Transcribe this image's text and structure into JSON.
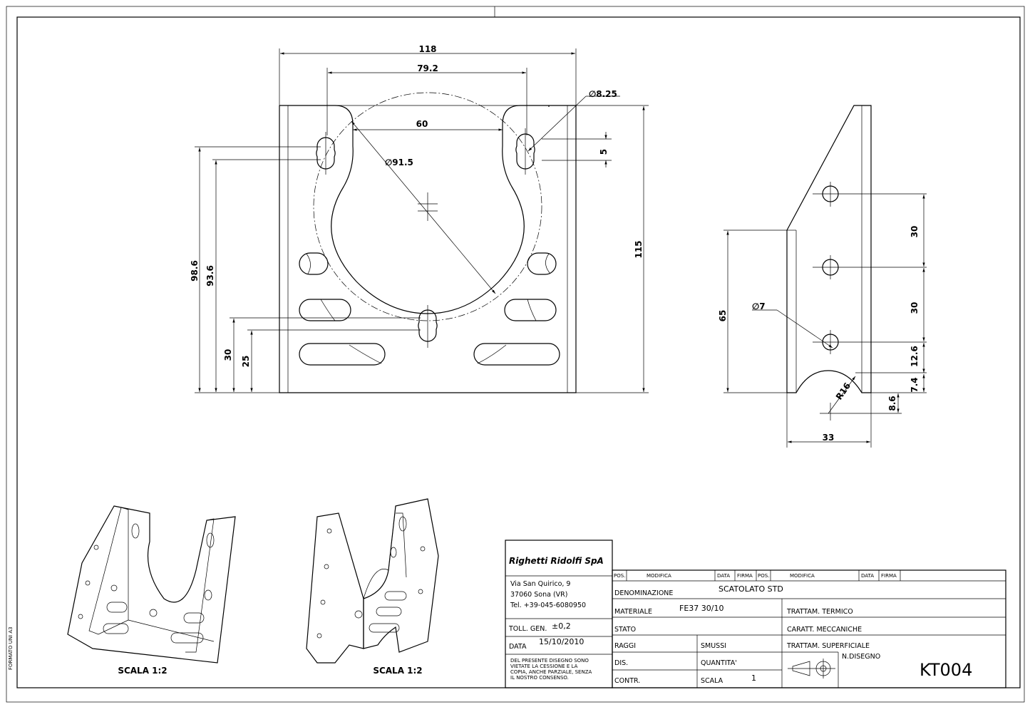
{
  "drawing": {
    "front_dims": {
      "w118": "118",
      "w792": "79.2",
      "w60": "60",
      "d825": "∅8.25",
      "d915": "∅91.5",
      "h5": "5",
      "h115": "115",
      "h986": "98.6",
      "h936": "93.6",
      "h30": "30",
      "h25": "25"
    },
    "side_dims": {
      "d7": "∅7",
      "h65": "65",
      "v30a": "30",
      "v30b": "30",
      "v126": "12.6",
      "v74": "7.4",
      "r16": "R16",
      "v86": "8.6",
      "w33": "33"
    },
    "iso_left_scale": "SCALA 1:2",
    "iso_right_scale": "SCALA 1:2",
    "format_label": "FORMATO UNI A3"
  },
  "title_block": {
    "company": "Righetti Ridolfi SpA",
    "address1": "Via San Quirico, 9",
    "address2": "37060 Sona (VR)",
    "phone": "Tel. +39-045-6080950",
    "toll_label": "TOLL. GEN.",
    "toll_value": "±0,2",
    "date_label": "DATA",
    "date_value": "15/10/2010",
    "disclaimer1": "DEL PRESENTE DISEGNO SONO",
    "disclaimer2": "VIETATE LA CESSIONE E LA",
    "disclaimer3": "COPIA, ANCHE PARZIALE, SENZA",
    "disclaimer4": "IL NOSTRO CONSENSO.",
    "rev_headers": [
      "POS.",
      "MODIFICA",
      "DATA",
      "FIRMA",
      "POS.",
      "MODIFICA",
      "DATA",
      "FIRMA"
    ],
    "denominazione_label": "DENOMINAZIONE",
    "denominazione_value": "SCATOLATO STD",
    "materiale_label": "MATERIALE",
    "materiale_value": "FE37 30/10",
    "trattam_termico": "TRATTAM. TERMICO",
    "stato_label": "STATO",
    "caratt": "CARATT. MECCANICHE",
    "raggi": "RAGGI",
    "smussi": "SMUSSI",
    "trattam_sup": "TRATTAM. SUPERFICIALE",
    "ndisegno_label": "N.DISEGNO",
    "dis_label": "DIS.",
    "quantita_label": "QUANTITA'",
    "quantita_value": "1",
    "contr_label": "CONTR.",
    "scala_label": "SCALA",
    "drawing_number": "KT004"
  }
}
